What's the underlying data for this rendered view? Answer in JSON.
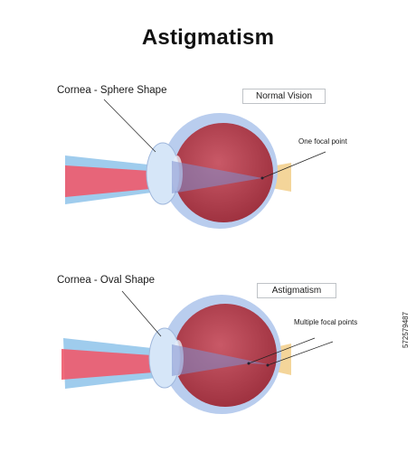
{
  "title": "Astigmatism",
  "panels": {
    "normal": {
      "cornea_label": "Cornea - Sphere Shape",
      "tag": "Normal Vision",
      "focal_label": "One focal point"
    },
    "astigmatism": {
      "cornea_label": "Cornea - Oval Shape",
      "tag": "Astigmatism",
      "focal_label": "Multiple focal points"
    }
  },
  "watermark_id": "572579487",
  "colors": {
    "sclera": "#b9cdee",
    "eyeball": "#a93a47",
    "eyeball_light": "#c85a66",
    "cornea": "#d6e6f8",
    "optic_nerve": "#f4d59a",
    "beam_blue": "#8ec3ea",
    "beam_red": "#ee5a6c"
  }
}
